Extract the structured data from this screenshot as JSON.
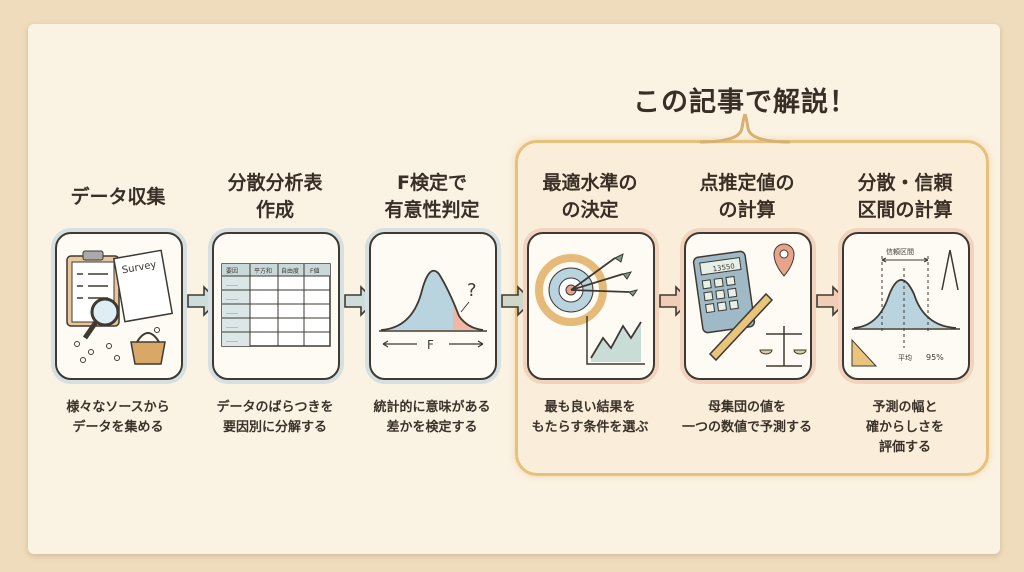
{
  "headline": "この記事で解説！",
  "steps": [
    {
      "title": [
        "データ収集"
      ],
      "desc": [
        "様々なソースから",
        "データを集める"
      ],
      "icon": "data-collection-icon",
      "card_label": "Survey"
    },
    {
      "title": [
        "分散分析表",
        "作成"
      ],
      "desc": [
        "データのばらつきを",
        "要因別に分解する"
      ],
      "icon": "anova-table-icon",
      "table_headers": [
        "要因",
        "平方和",
        "自由度",
        "F値"
      ],
      "table_placeholder": "……"
    },
    {
      "title": [
        "F検定で",
        "有意性判定"
      ],
      "desc": [
        "統計的に意味がある",
        "差かを検定する"
      ],
      "icon": "f-distribution-icon",
      "axis_label": "F",
      "mark": "?"
    },
    {
      "title": [
        "最適水準の",
        "の決定"
      ],
      "desc": [
        "最も良い結果を",
        "もたらす条件を選ぶ"
      ],
      "icon": "target-icon"
    },
    {
      "title": [
        "点推定値の",
        "の計算"
      ],
      "desc": [
        "母集団の値を",
        "一つの数値で予測する"
      ],
      "icon": "calculator-icon",
      "display": "13550"
    },
    {
      "title": [
        "分散・信頼",
        "区間の計算"
      ],
      "desc": [
        "予測の幅と",
        "確からしさを",
        "評価する"
      ],
      "icon": "confidence-interval-icon",
      "interval_label": "信頼区間",
      "mean_label": "平均",
      "pct_label": "95%"
    }
  ],
  "colors": {
    "paper": "#faf3e3",
    "highlight": "#e7c07c",
    "blue": "#b9d3df",
    "orange": "#e8a48a"
  }
}
